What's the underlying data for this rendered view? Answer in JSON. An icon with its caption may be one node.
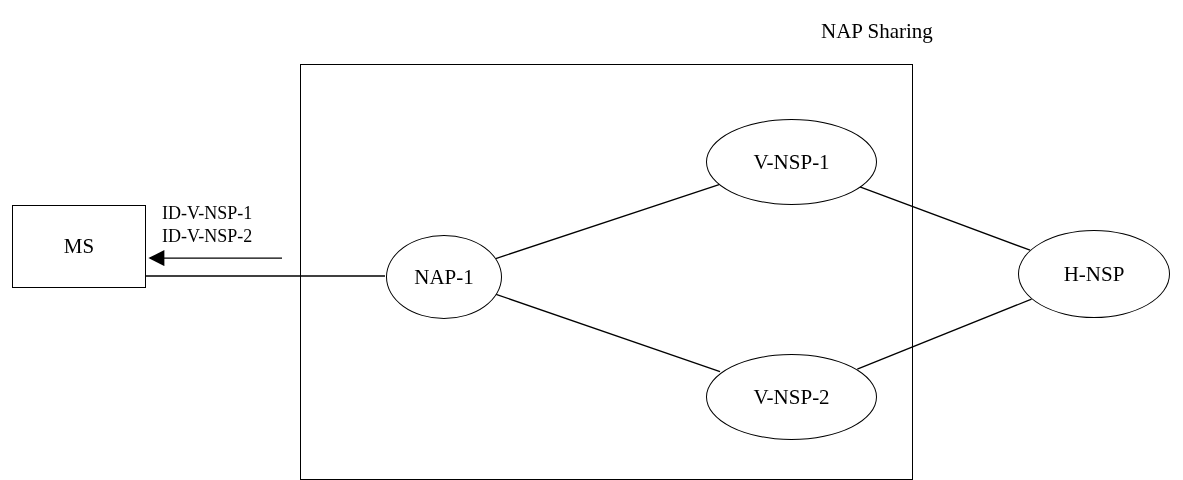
{
  "diagram": {
    "nodes": [
      {
        "text": [
          "NAP Sharing"
        ]
      },
      {
        "text": [
          "MS"
        ]
      },
      {
        "text": [
          "NAP-1"
        ],
        "in": 0
      },
      {
        "text": [
          "V-NSP-1"
        ],
        "in": 0
      },
      {
        "text": [
          "V-NSP-2"
        ],
        "in": 0
      },
      {
        "text": [
          "H-NSP"
        ]
      }
    ],
    "edges": [
      {
        "from": 1,
        "to": 2,
        "arrow": "none"
      },
      {
        "from": 2,
        "to": 3,
        "arrow": "none"
      },
      {
        "from": 2,
        "to": 4,
        "arrow": "none"
      },
      {
        "from": 3,
        "to": 5,
        "arrow": "none"
      },
      {
        "from": 4,
        "to": 5,
        "arrow": "none"
      },
      {
        "from": null,
        "to": 1,
        "arrow": "to",
        "label": "ID-V-NSP-1 ID-V-NSP-2"
      }
    ]
  }
}
